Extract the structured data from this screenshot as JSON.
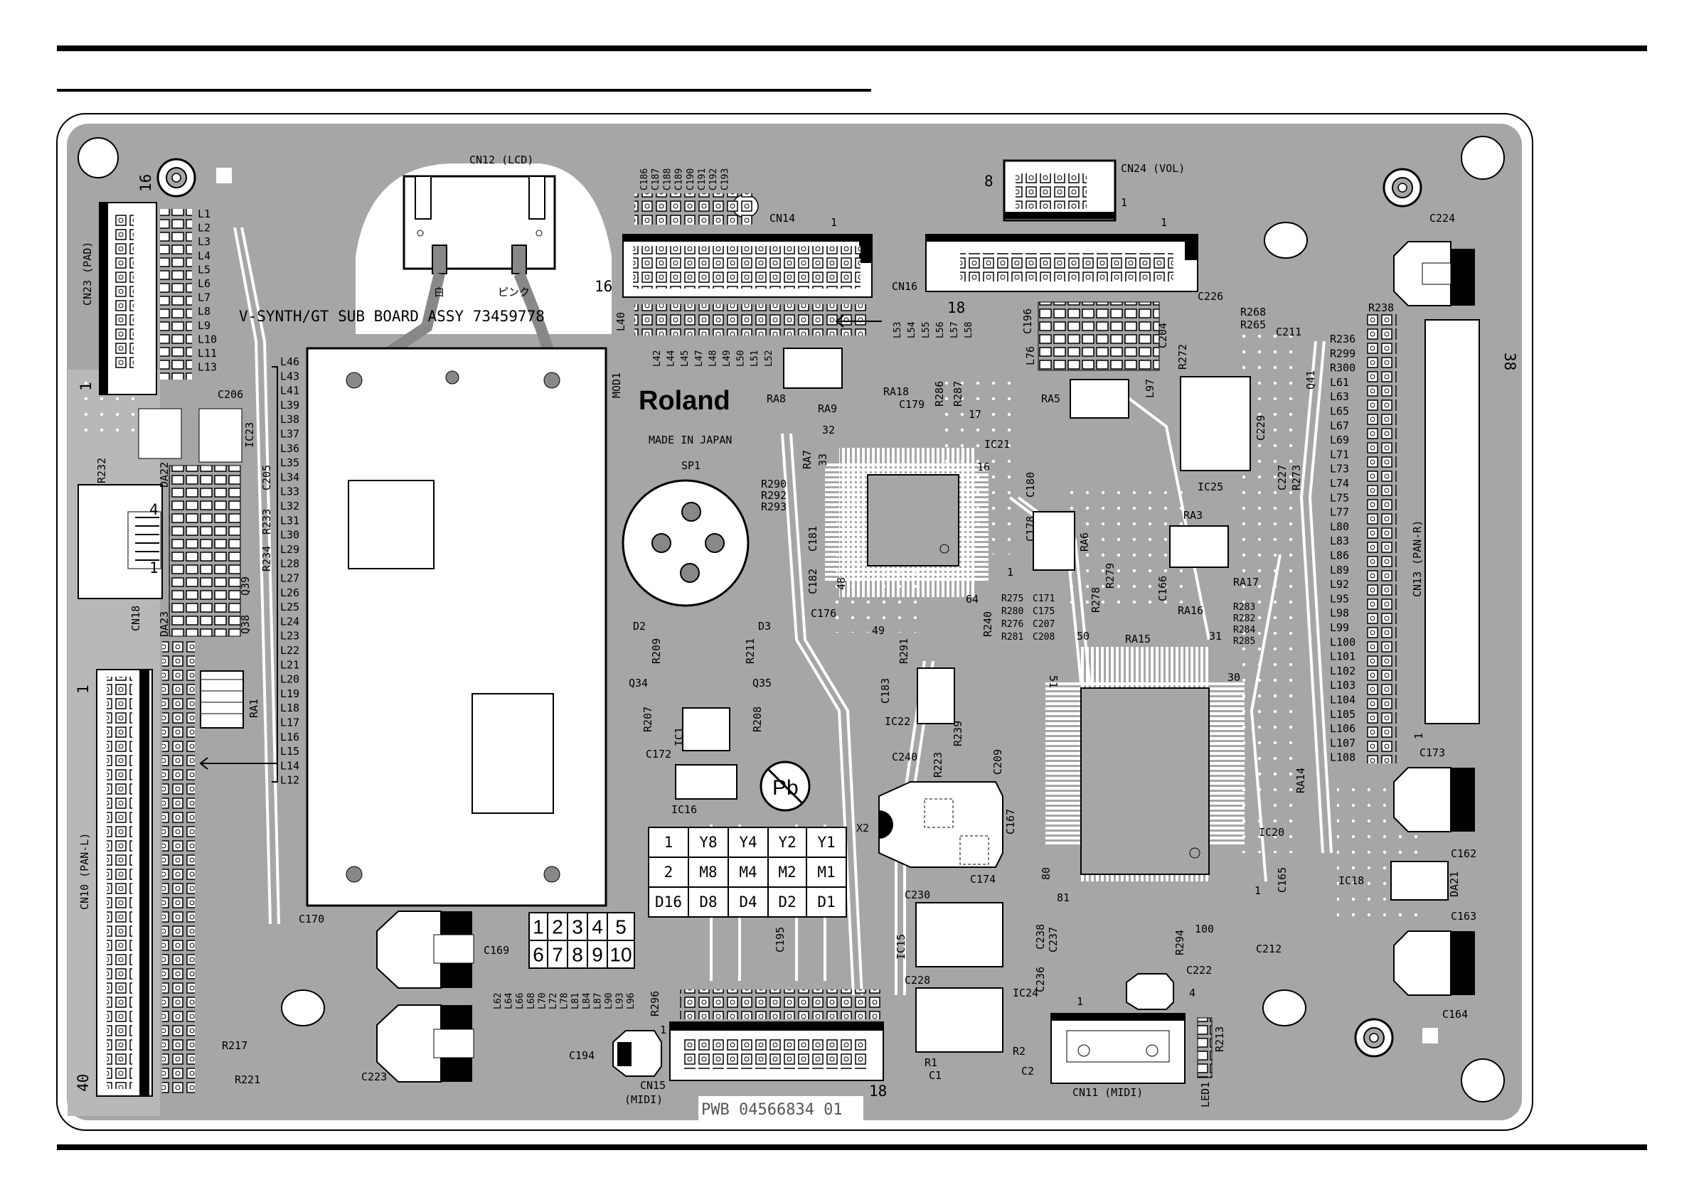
{
  "board": {
    "title": "V-SYNTH/GT SUB BOARD ASSY 73459778",
    "brand": "Roland",
    "made_in": "MADE IN JAPAN",
    "pwb_number": "PWB 04566834 01",
    "colors": {
      "board": "#a6a6a6",
      "copper": "#ffffff",
      "ink": "#000000"
    }
  },
  "connectors": {
    "cn12": "CN12 (LCD)",
    "cn12_wire_left": "白",
    "cn12_wire_right": "ピンク",
    "cn14": "CN14",
    "cn14_pin1": "1",
    "cn14_pin16": "16",
    "cn16": "CN16",
    "cn16_pin1": "1",
    "cn16_pin18": "18",
    "cn24": "CN24 (VOL)",
    "cn24_pin8": "8",
    "cn24_pin1": "1",
    "cn23": "CN23 (PAD)",
    "cn23_pin16": "16",
    "cn23_pin1": "1",
    "cn18": "CN18",
    "cn18_pin4": "4",
    "cn18_pin1": "1",
    "cn10": "CN10 (PAN-L)",
    "cn10_pin1": "1",
    "cn10_pin40": "40",
    "cn13": "CN13 (PAN-R)",
    "cn13_pin38": "38",
    "cn13_pin1": "1",
    "cn15": "CN15",
    "cn15_sub": "(MIDI)",
    "cn15_pin1": "1",
    "cn15_pin18": "18",
    "cn11": "CN11 (MIDI)",
    "cn11_pin1": "1",
    "cn11_pin4": "4"
  },
  "ics": {
    "mod1": "MOD1",
    "sp1": "SP1",
    "ic21": "IC21",
    "ic25": "IC25",
    "ic22": "IC22",
    "ic23": "IC23",
    "ic1": "IC1",
    "ic16": "IC16",
    "ic15": "IC15",
    "ic24": "IC24",
    "ic20": "IC20",
    "ic18": "IC18",
    "x2": "X2",
    "ra8": "RA8",
    "ra9": "RA9",
    "ra18": "RA18",
    "ra7": "RA7",
    "ra5": "RA5",
    "ra6": "RA6",
    "ra3": "RA3",
    "ra17": "RA17",
    "ra16": "RA16",
    "ra15": "RA15",
    "ra14": "RA14",
    "ra1": "RA1",
    "da22": "DA22",
    "da23": "DA23",
    "da21": "DA21",
    "q39": "Q39",
    "q38": "Q38",
    "q34": "Q34",
    "q35": "Q35",
    "q41": "Q41",
    "led1": "LED1",
    "d2": "D2",
    "d3": "D3"
  },
  "pin_numbers": {
    "ic21_32": "32",
    "ic21_33": "33",
    "ic21_17": "17",
    "ic21_16": "16",
    "ic21_48": "48",
    "ic21_49": "49",
    "ic21_64": "64",
    "ic21_1": "1",
    "ic20_50": "50",
    "ic20_31": "31",
    "ic20_30": "30",
    "ic20_51": "51",
    "ic20_80": "80",
    "ic20_81": "81",
    "ic20_100": "100",
    "ic20_1": "1"
  },
  "left_l_top": [
    "L1",
    "L2",
    "L3",
    "L4",
    "L5",
    "L6",
    "L7",
    "L8",
    "L9",
    "L10",
    "L11",
    "L13"
  ],
  "left_l_column": [
    "L46",
    "L43",
    "L41",
    "L39",
    "L38",
    "L37",
    "L36",
    "L35",
    "L34",
    "L33",
    "L32",
    "L31",
    "L30",
    "L29",
    "L28",
    "L27",
    "L26",
    "L25",
    "L24",
    "L23",
    "L22",
    "L21",
    "L20",
    "L19",
    "L18",
    "L17",
    "L16",
    "L15",
    "L14",
    "L12"
  ],
  "right_l_column": [
    "R236",
    "R299",
    "R300",
    "L61",
    "L63",
    "L65",
    "L67",
    "L69",
    "L71",
    "L73",
    "L74",
    "L75",
    "L77",
    "L80",
    "L83",
    "L86",
    "L89",
    "L92",
    "L95",
    "L98",
    "L99",
    "L100",
    "L101",
    "L102",
    "L103",
    "L104",
    "L105",
    "L106",
    "L107",
    "L108"
  ],
  "cap_row_top": [
    "C186",
    "C187",
    "C188",
    "C189",
    "C190",
    "C191",
    "C192",
    "C193"
  ],
  "l_row_cn14": [
    "L42",
    "L44",
    "L45",
    "L47",
    "L48",
    "L49",
    "L50",
    "L51",
    "L52"
  ],
  "l_row_cn16": [
    "L53",
    "L54",
    "L55",
    "L56",
    "L57",
    "L58"
  ],
  "l_row_bottom": [
    "L62",
    "L64",
    "L66",
    "L68",
    "L70",
    "L72",
    "L78",
    "L81",
    "L84",
    "L87",
    "L90",
    "L93",
    "L96"
  ],
  "parts": {
    "l40": "L40",
    "l76": "L76",
    "l97": "L97",
    "c196": "C196",
    "c204": "C204",
    "c226": "C226",
    "r268": "R268",
    "r265": "R265",
    "c211": "C211",
    "r272": "R272",
    "r238": "R238",
    "c224": "C224",
    "c229": "C229",
    "c227": "C227",
    "r273": "R273",
    "c205": "C205",
    "c206": "C206",
    "r232": "R232",
    "r233": "R233",
    "r234": "R234",
    "r286": "R286",
    "r287": "R287",
    "c179": "C179",
    "c180": "C180",
    "c178": "C178",
    "r290": "R290",
    "r292": "R292",
    "r293": "R293",
    "c181": "C181",
    "c182": "C182",
    "c176": "C176",
    "r291": "R291",
    "r240": "R240",
    "r275": "R275",
    "c171": "C171",
    "r280": "R280",
    "c175": "C175",
    "r276": "R276",
    "c207": "C207",
    "r281": "R281",
    "c208": "C208",
    "r278": "R278",
    "r279": "R279",
    "c166": "C166",
    "r283": "R283",
    "r282": "R282",
    "r284": "R284",
    "r285": "R285",
    "r209": "R209",
    "r211": "R211",
    "r207": "R207",
    "r208": "R208",
    "c172": "C172",
    "c183": "C183",
    "r223": "R223",
    "r239": "R239",
    "c209": "C209",
    "c240": "C240",
    "c167": "C167",
    "c174": "C174",
    "c230": "C230",
    "c228": "C228",
    "c238": "C238",
    "c236": "C236",
    "c237": "C237",
    "r294": "R294",
    "c212": "C212",
    "c222": "C222",
    "r213": "R213",
    "c165": "C165",
    "c173": "C173",
    "c162": "C162",
    "c163": "C163",
    "c164": "C164",
    "c170": "C170",
    "c169": "C169",
    "c223": "C223",
    "c194": "C194",
    "c195": "C195",
    "r296": "R296",
    "r217": "R217",
    "r221": "R221",
    "r1": "R1",
    "r2": "R2",
    "c1": "C1",
    "c2": "C2"
  },
  "jumper_table": {
    "rows": [
      [
        "1",
        "Y8",
        "Y4",
        "Y2",
        "Y1"
      ],
      [
        "2",
        "M8",
        "M4",
        "M2",
        "M1"
      ],
      [
        "D16",
        "D8",
        "D4",
        "D2",
        "D1"
      ]
    ]
  },
  "number_grid": {
    "rows": [
      [
        "1",
        "2",
        "3",
        "4",
        "5"
      ],
      [
        "6",
        "7",
        "8",
        "9",
        "10"
      ]
    ]
  }
}
